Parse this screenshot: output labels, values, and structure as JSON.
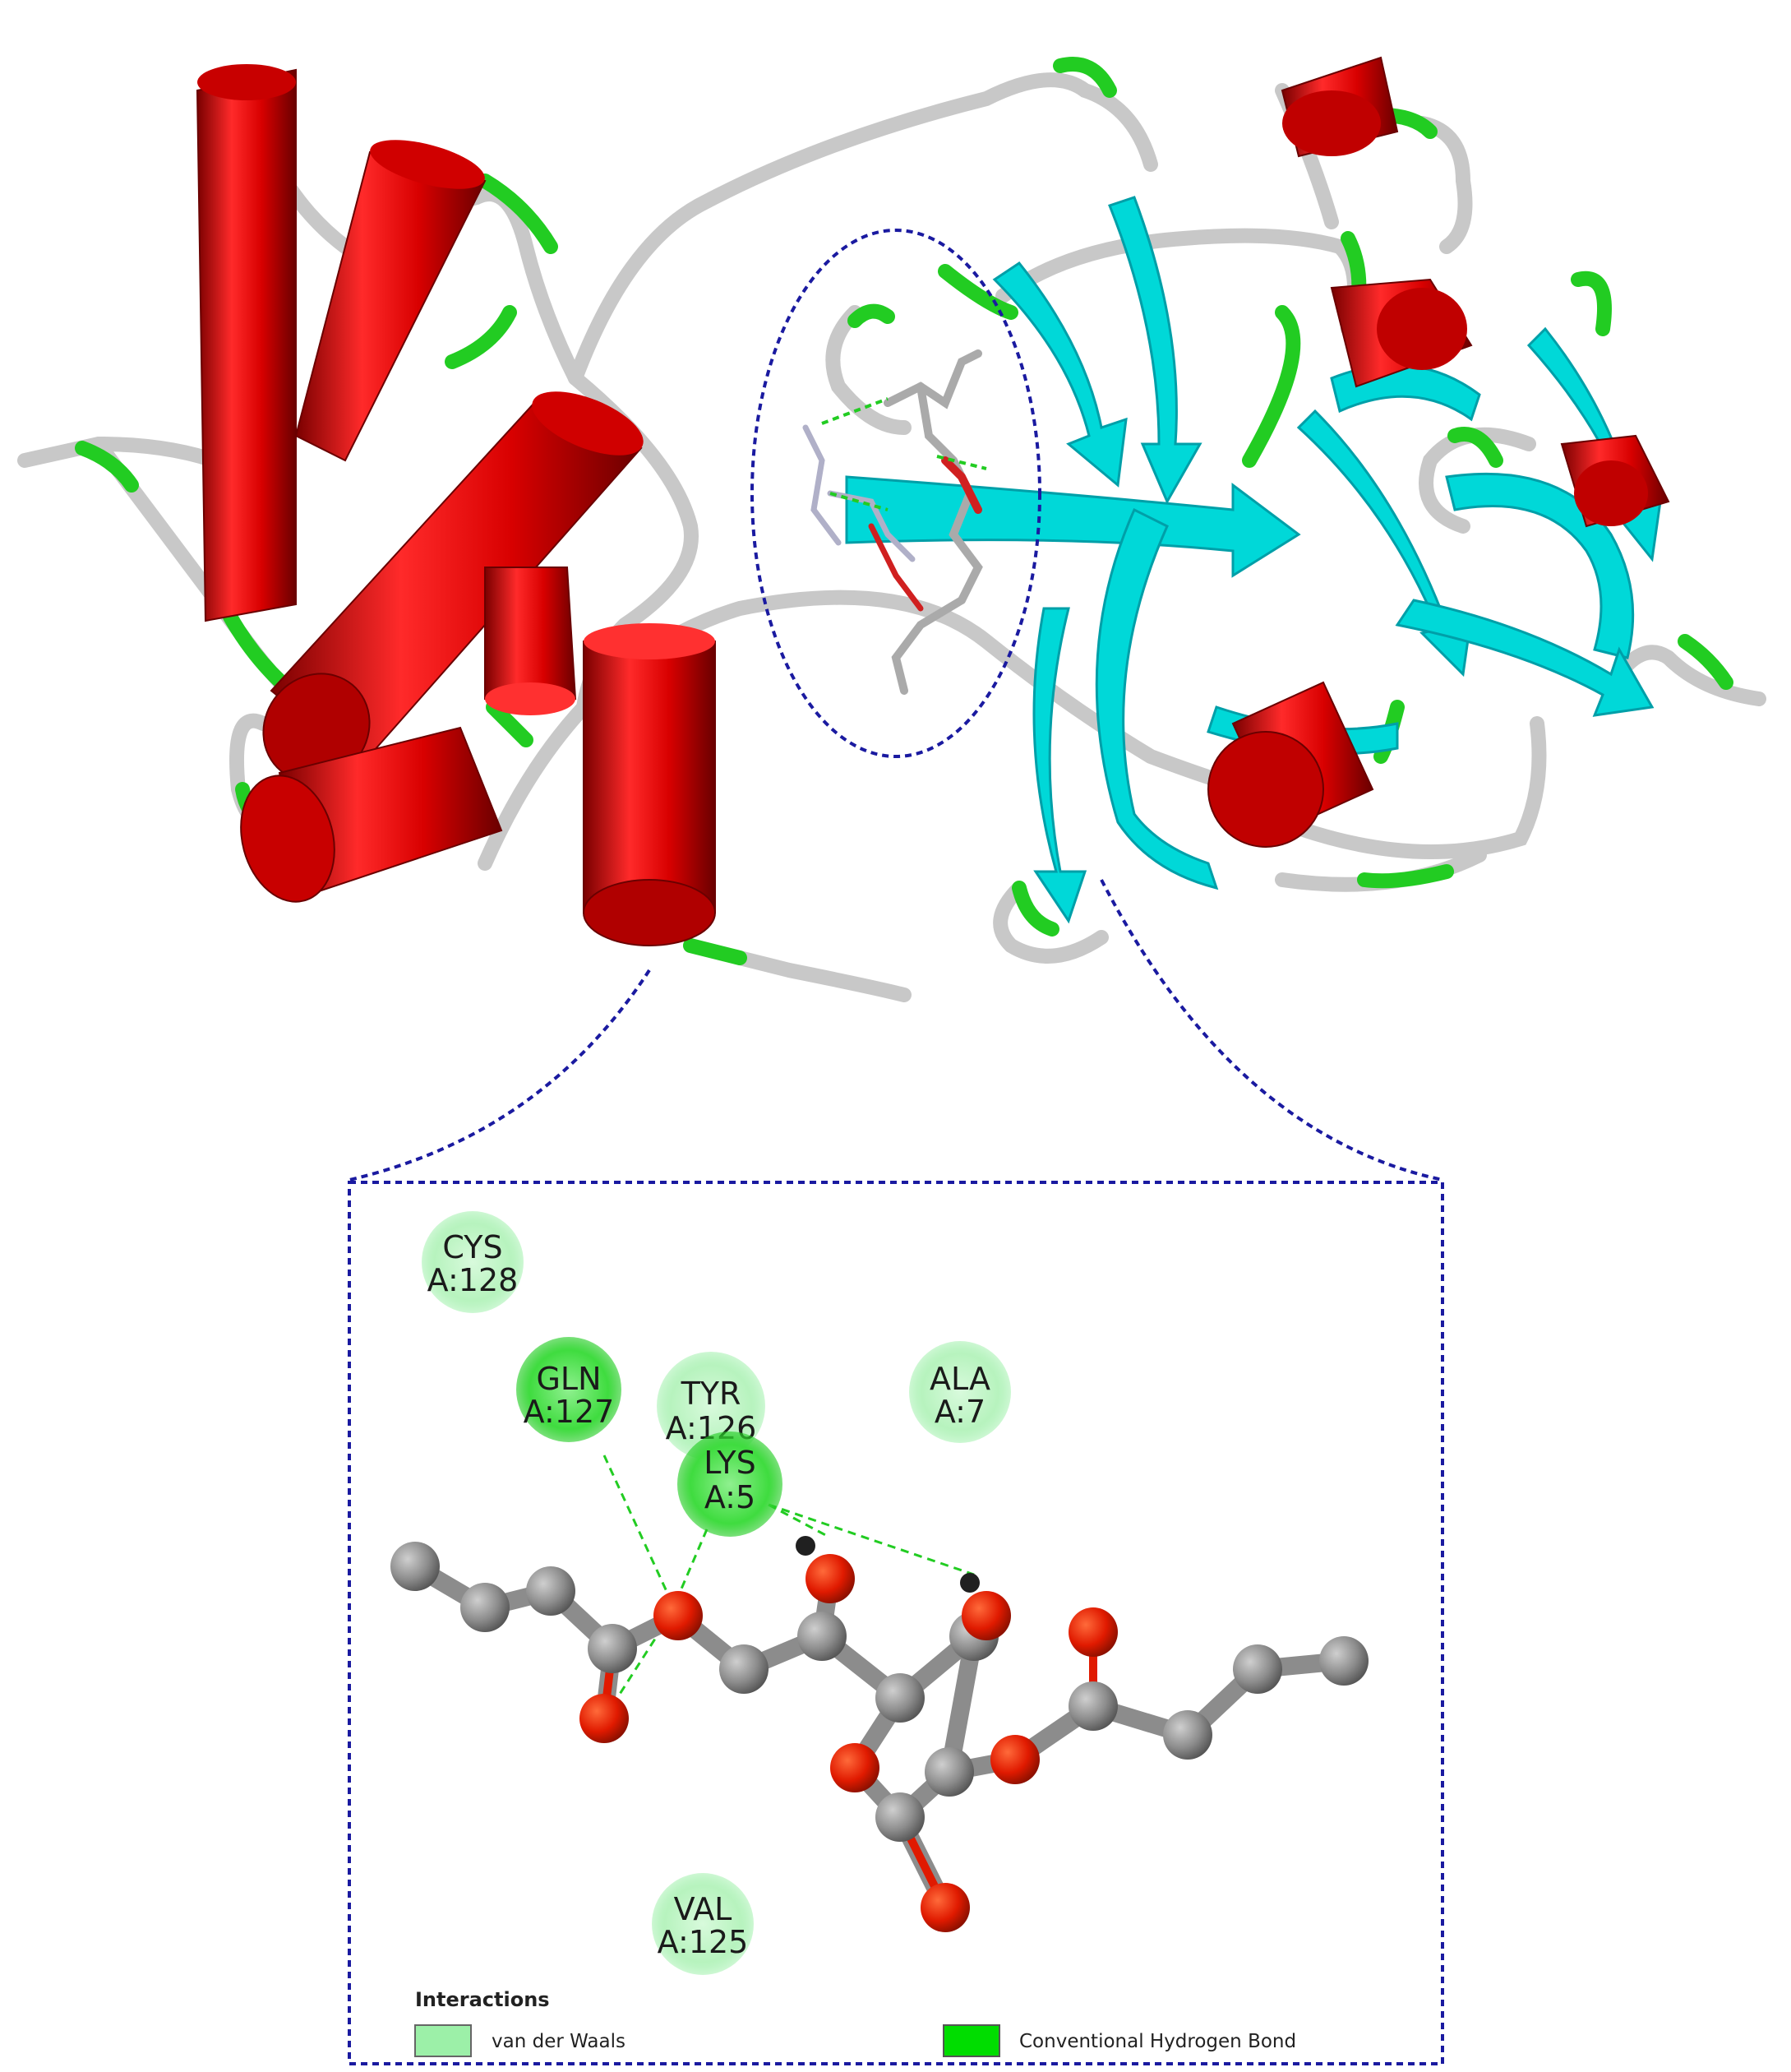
{
  "residues": [
    {
      "id": "cys128",
      "name": "CYS",
      "num": "A:128",
      "type": "vdw"
    },
    {
      "id": "gln127",
      "name": "GLN",
      "num": "A:127",
      "type": "hbond"
    },
    {
      "id": "tyr126",
      "name": "TYR",
      "num": "A:126",
      "type": "vdw"
    },
    {
      "id": "lys5",
      "name": "LYS",
      "num": "A:5",
      "type": "hbond"
    },
    {
      "id": "ala7",
      "name": "ALA",
      "num": "A:7",
      "type": "vdw"
    },
    {
      "id": "val125",
      "name": "VAL",
      "num": "A:125",
      "type": "vdw"
    }
  ],
  "legend": {
    "title": "Interactions",
    "items": [
      {
        "label": "van der Waals",
        "color": "#9cf0a8"
      },
      {
        "label": "Conventional Hydrogen Bond",
        "color": "#00dd00"
      }
    ]
  },
  "colors": {
    "helix": "#dd0000",
    "sheet": "#00d8d8",
    "coil": "#cccccc",
    "turn": "#22cc22",
    "carbon": "#8c8c8c",
    "oxygen": "#e01a00",
    "hbond_line": "#22cc22",
    "frame": "#1a1aa0"
  }
}
